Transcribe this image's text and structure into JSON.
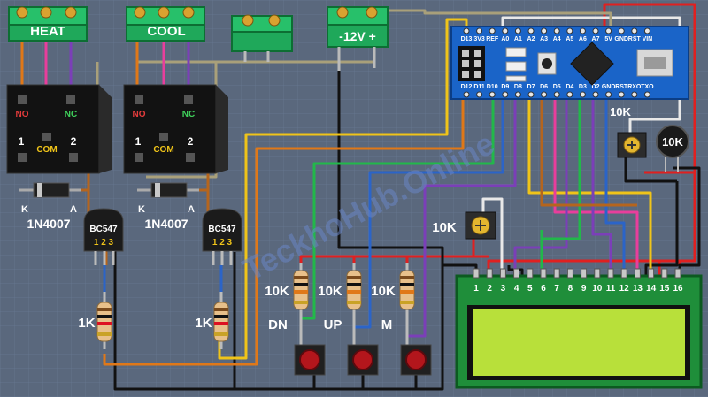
{
  "terminals": {
    "heat": "HEAT",
    "cool": "COOL",
    "power": "-12V +"
  },
  "relay_pins": {
    "no": "NO",
    "com": "COM",
    "nc": "NC",
    "pin1": "1",
    "pin2": "2"
  },
  "diode": {
    "k": "K",
    "a": "A",
    "part": "1N4007"
  },
  "transistor": {
    "part": "BC547",
    "pins": "1 2 3"
  },
  "resistors": {
    "base": "1K",
    "pot": "10K",
    "pull": "10K"
  },
  "buttons": {
    "dn": "DN",
    "up": "UP",
    "m": "M"
  },
  "arduino": {
    "top_pins": [
      "D13",
      "3V3",
      "REF",
      "A0",
      "A1",
      "A2",
      "A3",
      "A4",
      "A5",
      "A6",
      "A7",
      "5V",
      "GND",
      "RST",
      "VIN"
    ],
    "bottom_pins": [
      "D12",
      "D11",
      "D10",
      "D9",
      "D8",
      "D7",
      "D6",
      "D5",
      "D4",
      "D3",
      "D2",
      "GND",
      "RST",
      "RXO",
      "TXO"
    ]
  },
  "thermistor": "10K",
  "lcd_pins": [
    "1",
    "2",
    "3",
    "4",
    "5",
    "6",
    "7",
    "8",
    "9",
    "10",
    "11",
    "12",
    "13",
    "14",
    "15",
    "16"
  ],
  "watermark": "TeckhoHub.Online"
}
